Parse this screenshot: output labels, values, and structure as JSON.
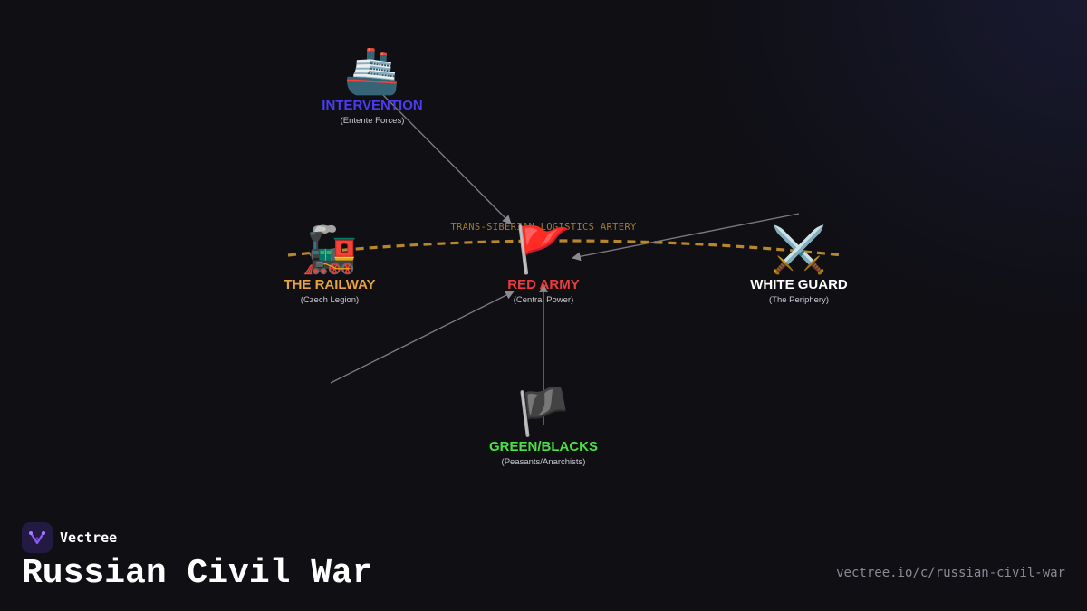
{
  "diagram": {
    "artery_label": "TRANS-SIBERIAN LOGISTICS ARTERY",
    "nodes": {
      "intervention": {
        "icon": "🚢",
        "icon_name": "ship-icon",
        "label": "INTERVENTION",
        "sub": "(Entente Forces)",
        "color": "#4a3cf0"
      },
      "railway": {
        "icon": "🚂",
        "icon_name": "locomotive-icon",
        "label": "THE RAILWAY",
        "sub": "(Czech Legion)",
        "color": "#e8a33c"
      },
      "red_army": {
        "icon": "🚩",
        "icon_name": "red-flag-icon",
        "label": "RED ARMY",
        "sub": "(Central Power)",
        "color": "#ef3b3b"
      },
      "white_guard": {
        "icon": "⚔️",
        "icon_name": "crossed-swords-icon",
        "label": "WHITE GUARD",
        "sub": "(The Periphery)",
        "color": "#ffffff"
      },
      "green_blacks": {
        "icon": "🏴",
        "icon_name": "black-flag-icon",
        "label": "GREEN/BLACKS",
        "sub": "(Peasants/Anarchists)",
        "color": "#4ce046"
      }
    },
    "colors": {
      "artery": "#b8862c",
      "edge": "#7a7a80",
      "background": "#0f0f14"
    }
  },
  "brand": {
    "name": "Vectree",
    "logo_icon": "vectree-logo-icon"
  },
  "page": {
    "title": "Russian Civil War",
    "url": "vectree.io/c/russian-civil-war"
  }
}
